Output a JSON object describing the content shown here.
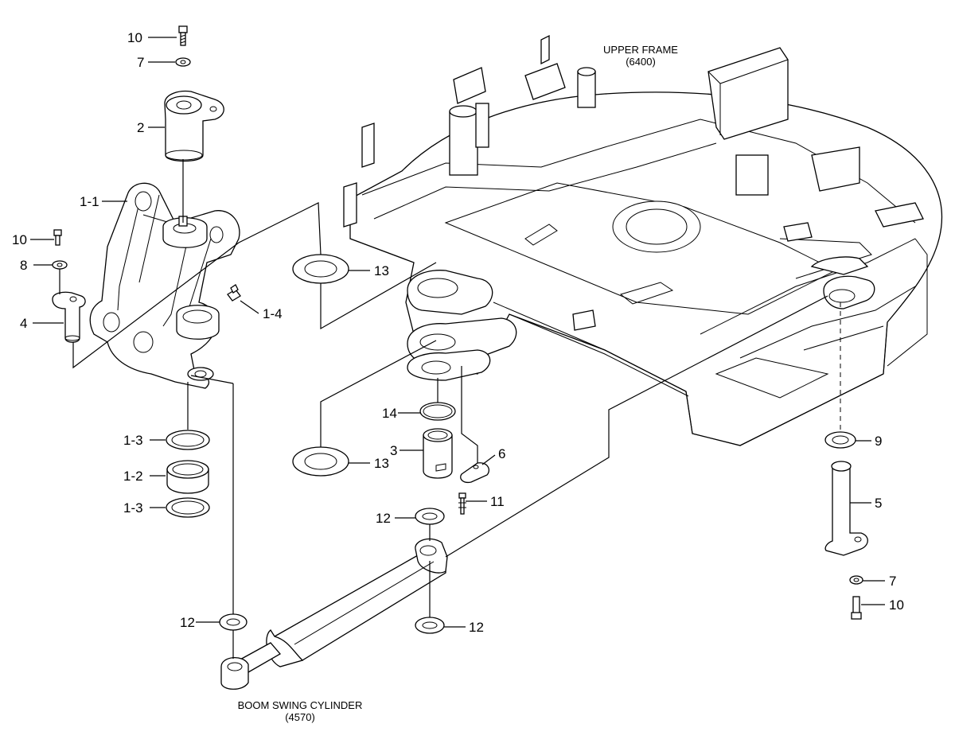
{
  "captions": {
    "upper_frame": "UPPER FRAME",
    "upper_frame_code": "(6400)",
    "boom_swing_cylinder": "BOOM SWING CYLINDER",
    "boom_swing_cylinder_code": "(4570)"
  },
  "labels": {
    "bolt_top": "10",
    "washer_top": "7",
    "pin_2": "2",
    "bracket_1_1": "1-1",
    "bolt_left": "10",
    "washer_8": "8",
    "pin_4": "4",
    "fitting_1_4": "1-4",
    "ring_1_3_top": "1-3",
    "bushing_1_2": "1-2",
    "ring_1_3_bottom": "1-3",
    "shim_12_left": "12",
    "shim_13_top": "13",
    "oring_14": "14",
    "bushing_3": "3",
    "shim_13_bottom": "13",
    "plate_6": "6",
    "bolt_11": "11",
    "shim_12_mid_top": "12",
    "shim_12_mid_bottom": "12",
    "shim_9": "9",
    "pin_5": "5",
    "washer_7_right": "7",
    "bolt_10_right": "10"
  }
}
